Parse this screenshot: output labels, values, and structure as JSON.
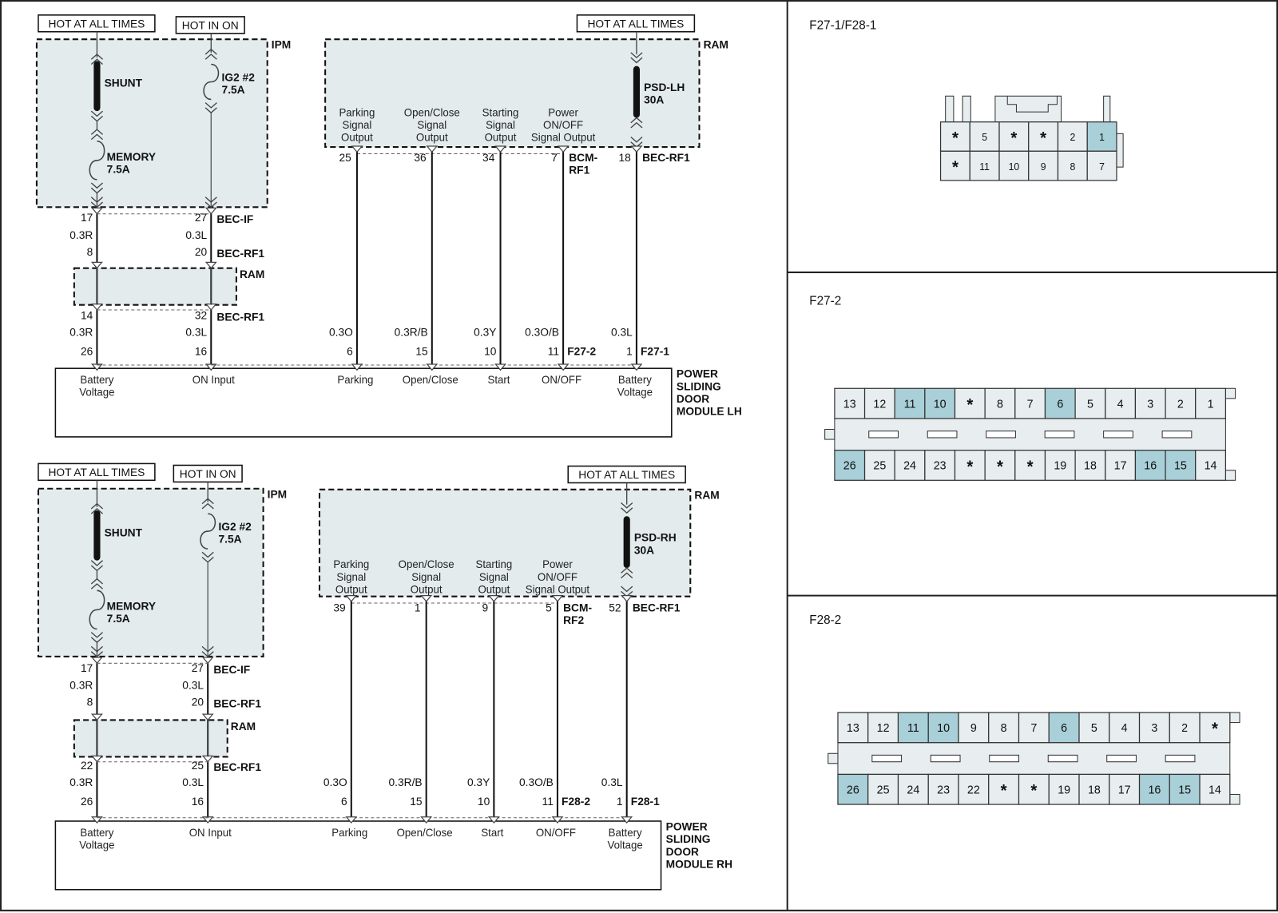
{
  "circuits": [
    {
      "hot_left": "HOT AT ALL TIMES",
      "hot_in_on": "HOT IN ON",
      "hot_right": "HOT AT ALL TIMES",
      "ipm_label": "IPM",
      "shunt": "SHUNT",
      "memory_fuse": [
        "MEMORY",
        "7.5A"
      ],
      "ig2_fuse": [
        "IG2 #2",
        "7.5A"
      ],
      "ram_label": "RAM",
      "ram_small_label": "RAM",
      "psd_fuse": [
        "PSD-LH",
        "30A"
      ],
      "left_rows": [
        {
          "p1": "17",
          "p2": "27",
          "conn": "BEC-IF"
        },
        {
          "p1": "0.3R",
          "p2": "0.3L",
          "conn": ""
        },
        {
          "p1": "8",
          "p2": "20",
          "conn": "BEC-RF1"
        },
        {
          "p1": "14",
          "p2": "32",
          "conn": "BEC-RF1"
        },
        {
          "p1": "0.3R",
          "p2": "0.3L",
          "conn": ""
        },
        {
          "p1": "26",
          "p2": "16",
          "conn": ""
        }
      ],
      "module_inputs": [
        [
          "Battery",
          "Voltage"
        ],
        [
          "ON Input"
        ]
      ],
      "outputs": [
        {
          "label": [
            "Parking",
            "Signal",
            "Output"
          ],
          "ram_pin": "25",
          "ram_conn": [],
          "wire": "0.3O",
          "module_pin": "6",
          "module_conn": "",
          "module_label": [
            "Parking"
          ]
        },
        {
          "label": [
            "Open/Close",
            "Signal",
            "Output"
          ],
          "ram_pin": "36",
          "ram_conn": [],
          "wire": "0.3R/B",
          "module_pin": "15",
          "module_conn": "",
          "module_label": [
            "Open/Close"
          ]
        },
        {
          "label": [
            "Starting",
            "Signal",
            "Output"
          ],
          "ram_pin": "34",
          "ram_conn": [],
          "wire": "0.3Y",
          "module_pin": "10",
          "module_conn": "",
          "module_label": [
            "Start"
          ]
        },
        {
          "label": [
            "Power",
            "ON/OFF",
            "Signal Output"
          ],
          "ram_pin": "7",
          "ram_conn": [
            "BCM-",
            "RF1"
          ],
          "wire": "0.3O/B",
          "module_pin": "11",
          "module_conn": "F27-2",
          "module_label": [
            "ON/OFF"
          ]
        },
        {
          "label": [],
          "ram_pin": "18",
          "ram_conn": [
            "BEC-RF1"
          ],
          "wire": "0.3L",
          "module_pin": "1",
          "module_conn": "F27-1",
          "module_label": [
            "Battery",
            "Voltage"
          ]
        }
      ],
      "module_title": [
        "POWER",
        "SLIDING",
        "DOOR",
        "MODULE LH"
      ]
    },
    {
      "hot_left": "HOT AT ALL TIMES",
      "hot_in_on": "HOT IN ON",
      "hot_right": "HOT AT ALL TIMES",
      "ipm_label": "IPM",
      "shunt": "SHUNT",
      "memory_fuse": [
        "MEMORY",
        "7.5A"
      ],
      "ig2_fuse": [
        "IG2 #2",
        "7.5A"
      ],
      "ram_label": "RAM",
      "ram_small_label": "RAM",
      "psd_fuse": [
        "PSD-RH",
        "30A"
      ],
      "left_rows": [
        {
          "p1": "17",
          "p2": "27",
          "conn": "BEC-IF"
        },
        {
          "p1": "0.3R",
          "p2": "0.3L",
          "conn": ""
        },
        {
          "p1": "8",
          "p2": "20",
          "conn": "BEC-RF1"
        },
        {
          "p1": "22",
          "p2": "25",
          "conn": "BEC-RF1"
        },
        {
          "p1": "0.3R",
          "p2": "0.3L",
          "conn": ""
        },
        {
          "p1": "26",
          "p2": "16",
          "conn": ""
        }
      ],
      "module_inputs": [
        [
          "Battery",
          "Voltage"
        ],
        [
          "ON Input"
        ]
      ],
      "outputs": [
        {
          "label": [
            "Parking",
            "Signal",
            "Output"
          ],
          "ram_pin": "39",
          "ram_conn": [],
          "wire": "0.3O",
          "module_pin": "6",
          "module_conn": "",
          "module_label": [
            "Parking"
          ]
        },
        {
          "label": [
            "Open/Close",
            "Signal",
            "Output"
          ],
          "ram_pin": "1",
          "ram_conn": [],
          "wire": "0.3R/B",
          "module_pin": "15",
          "module_conn": "",
          "module_label": [
            "Open/Close"
          ]
        },
        {
          "label": [
            "Starting",
            "Signal",
            "Output"
          ],
          "ram_pin": "9",
          "ram_conn": [],
          "wire": "0.3Y",
          "module_pin": "10",
          "module_conn": "",
          "module_label": [
            "Start"
          ]
        },
        {
          "label": [
            "Power",
            "ON/OFF",
            "Signal Output"
          ],
          "ram_pin": "5",
          "ram_conn": [
            "BCM-",
            "RF2"
          ],
          "wire": "0.3O/B",
          "module_pin": "11",
          "module_conn": "F28-2",
          "module_label": [
            "ON/OFF"
          ]
        },
        {
          "label": [],
          "ram_pin": "52",
          "ram_conn": [
            "BEC-RF1"
          ],
          "wire": "0.3L",
          "module_pin": "1",
          "module_conn": "F28-1",
          "module_label": [
            "Battery",
            "Voltage"
          ]
        }
      ],
      "module_title": [
        "POWER",
        "SLIDING",
        "DOOR",
        "MODULE RH"
      ]
    }
  ],
  "connectors": [
    {
      "title": "F27-1/F28-1",
      "rows": [
        [
          "*",
          "5",
          "*",
          "*",
          "2",
          "1"
        ],
        [
          "*",
          "11",
          "10",
          "9",
          "8",
          "7"
        ]
      ],
      "highlighted": [
        "1"
      ]
    },
    {
      "title": "F27-2",
      "rows": [
        [
          "13",
          "12",
          "11",
          "10",
          "*",
          "8",
          "7",
          "6",
          "5",
          "4",
          "3",
          "2",
          "1"
        ],
        [
          "26",
          "25",
          "24",
          "23",
          "*",
          "*",
          "*",
          "19",
          "18",
          "17",
          "16",
          "15",
          "14"
        ]
      ],
      "highlighted": [
        "11",
        "10",
        "6",
        "26",
        "16",
        "15"
      ]
    },
    {
      "title": "F28-2",
      "rows": [
        [
          "13",
          "12",
          "11",
          "10",
          "9",
          "8",
          "7",
          "6",
          "5",
          "4",
          "3",
          "2",
          "*"
        ],
        [
          "26",
          "25",
          "24",
          "23",
          "22",
          "*",
          "*",
          "19",
          "18",
          "17",
          "16",
          "15",
          "14"
        ]
      ],
      "highlighted": [
        "11",
        "10",
        "6",
        "26",
        "16",
        "15"
      ]
    }
  ],
  "colors": {
    "box_fill": "#e3ebed",
    "highlight": "#a9d0d8",
    "connector_fill": "#e8eef0"
  }
}
